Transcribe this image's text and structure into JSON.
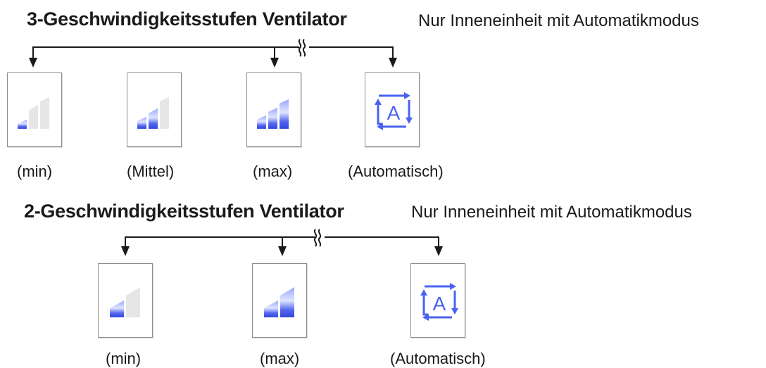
{
  "sections": [
    {
      "title": "3-Geschwindigkeitsstufen Ventilator",
      "note": "Nur Inneneinheit mit Automatikmodus",
      "options": [
        {
          "label": "(min)",
          "icon": "fan-speed-3bar-min-icon",
          "level": "1/3"
        },
        {
          "label": "(Mittel)",
          "icon": "fan-speed-3bar-mid-icon",
          "level": "2/3"
        },
        {
          "label": "(max)",
          "icon": "fan-speed-3bar-max-icon",
          "level": "3/3"
        },
        {
          "label": "(Automatisch)",
          "icon": "auto-mode-icon",
          "glyph": "A"
        }
      ]
    },
    {
      "title": "2-Geschwindigkeitsstufen Ventilator",
      "note": "Nur Inneneinheit mit Automatikmodus",
      "options": [
        {
          "label": "(min)",
          "icon": "fan-speed-2bar-min-icon",
          "level": "1/2"
        },
        {
          "label": "(max)",
          "icon": "fan-speed-2bar-max-icon",
          "level": "2/2"
        },
        {
          "label": "(Automatisch)",
          "icon": "auto-mode-icon",
          "glyph": "A"
        }
      ]
    }
  ],
  "colors": {
    "bar_active_top": "#3f54e6",
    "bar_active_mid": "#b8c4ff",
    "bar_inactive": "#e6e6e6",
    "auto_icon": "#4a63f0",
    "line": "#1a1a1a"
  }
}
